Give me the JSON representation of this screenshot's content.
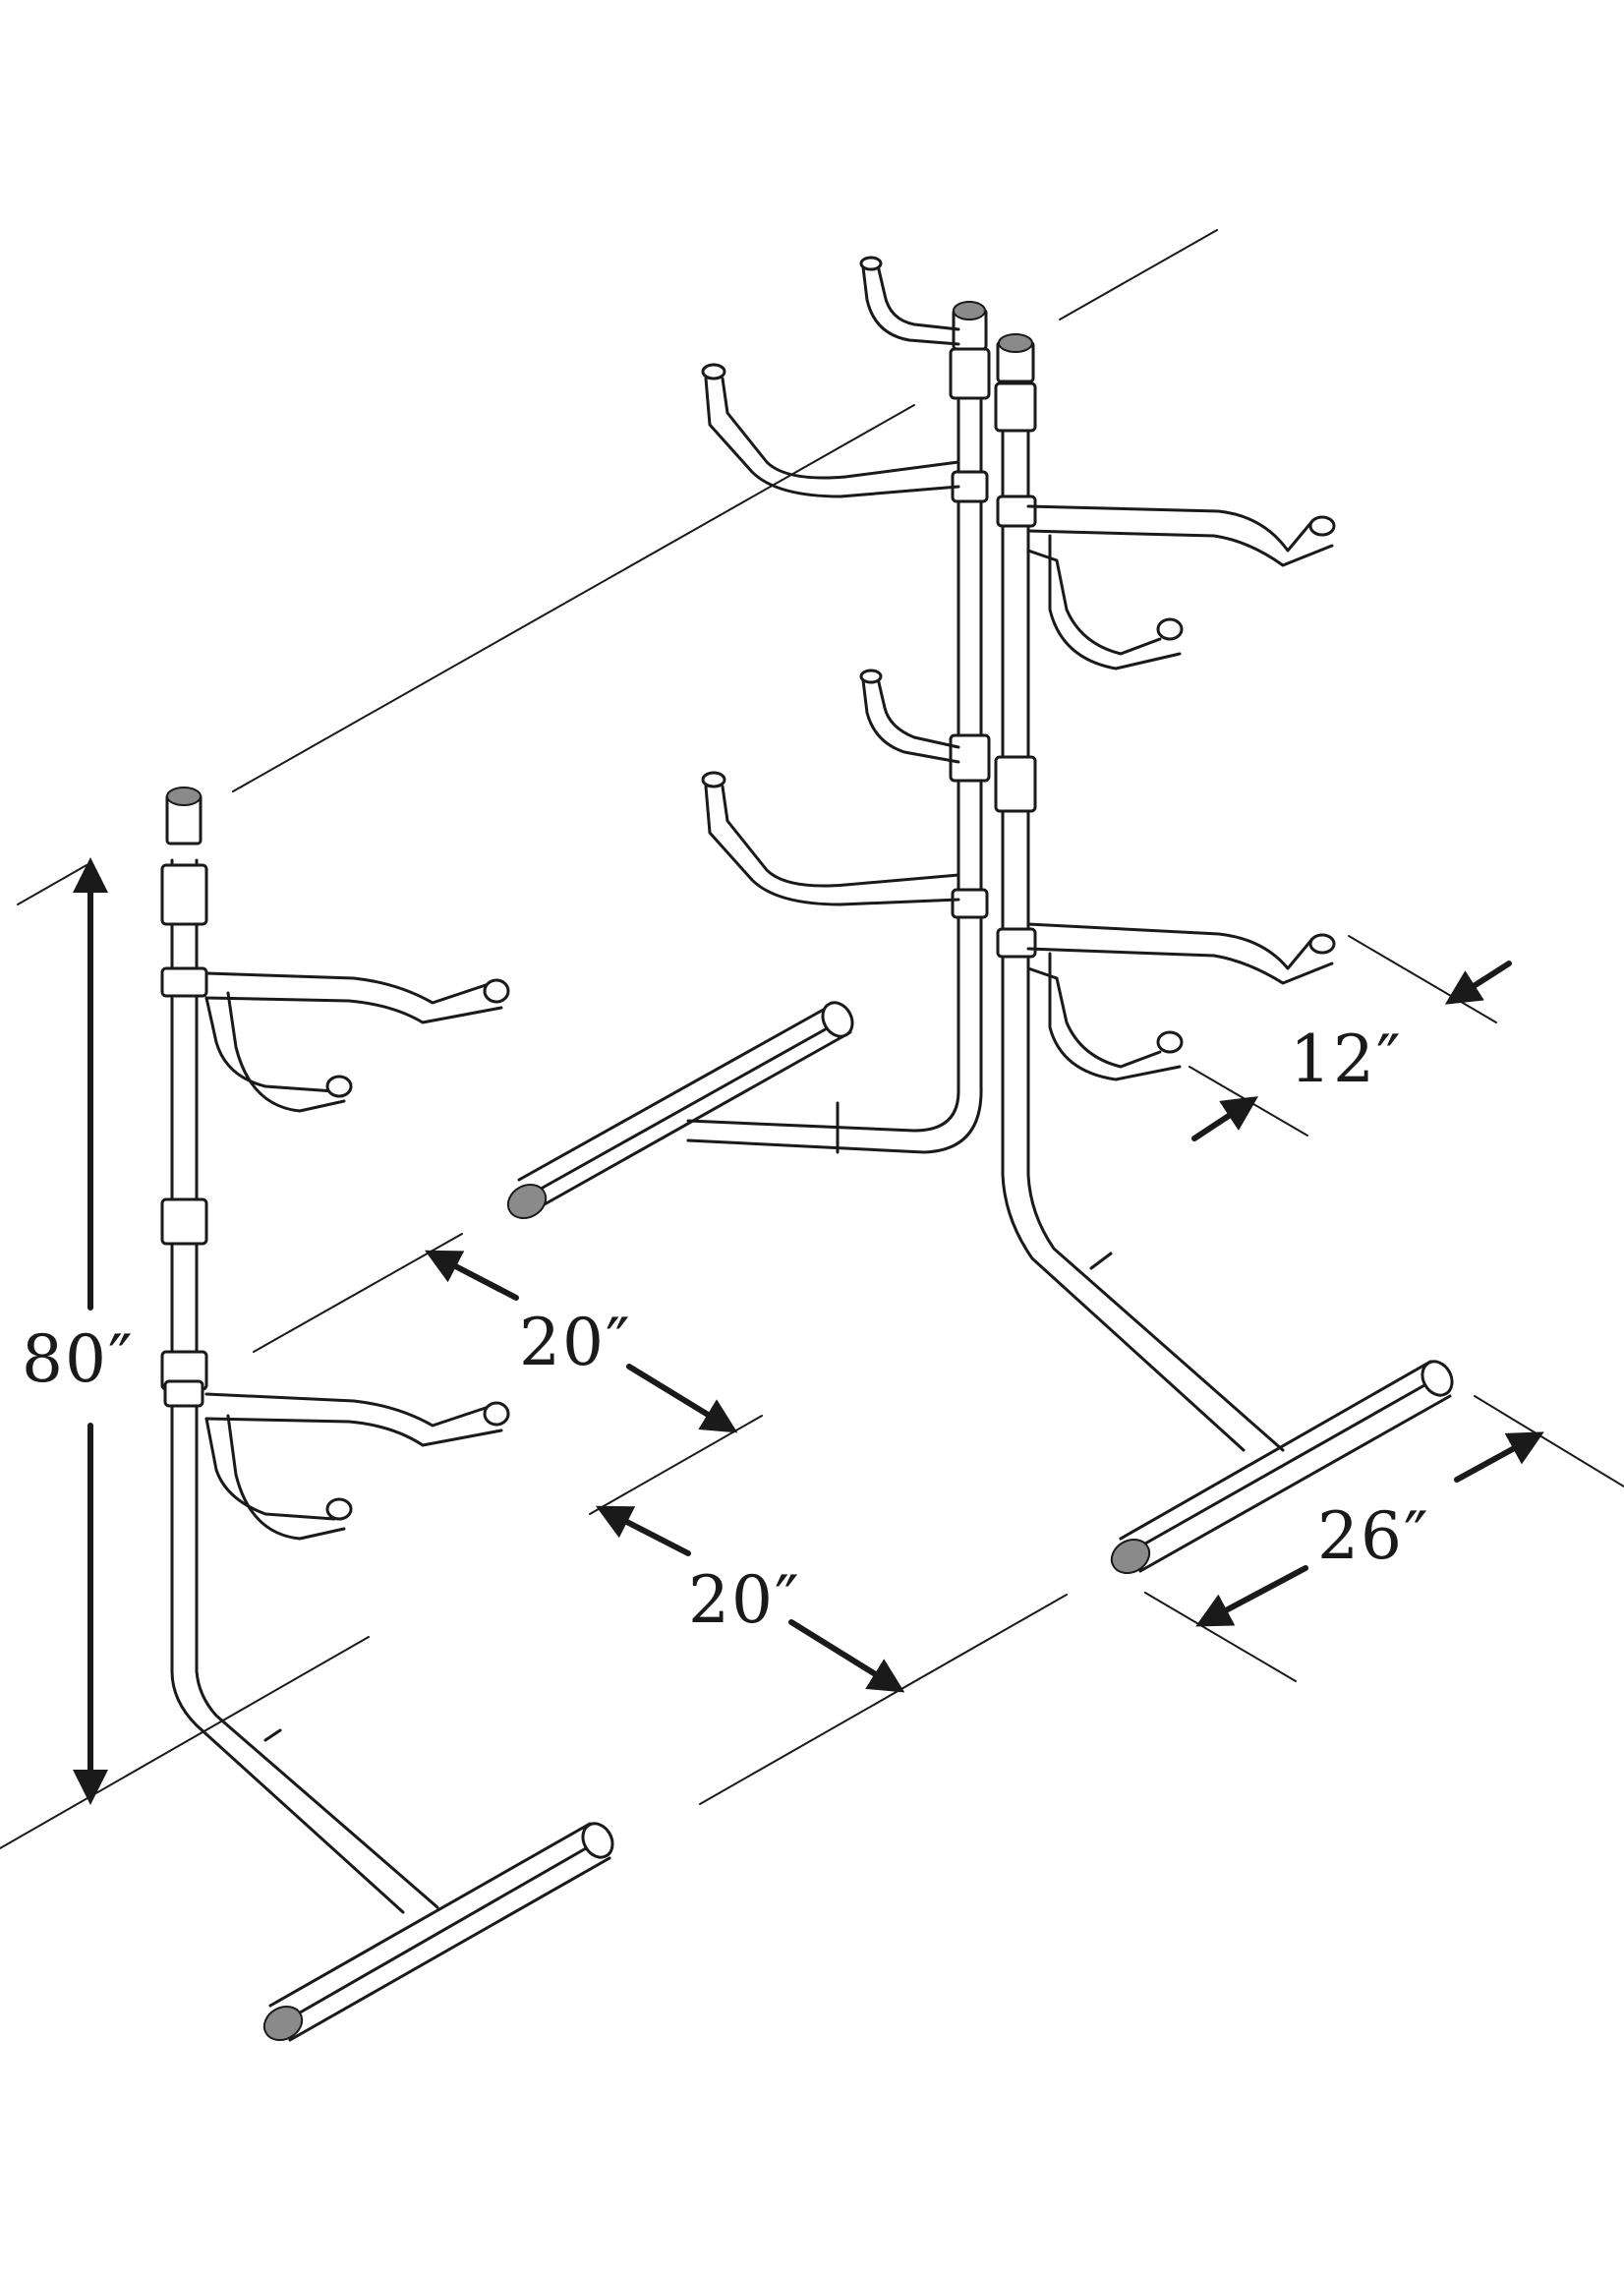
{
  "diagram": {
    "dimensions": {
      "height": "80″",
      "hook_spacing": "12″",
      "depth_front": "20″",
      "depth_mid": "20″",
      "base_width": "26″"
    },
    "colors": {
      "ink": "#1a1a1a",
      "background": "#ffffff"
    }
  }
}
